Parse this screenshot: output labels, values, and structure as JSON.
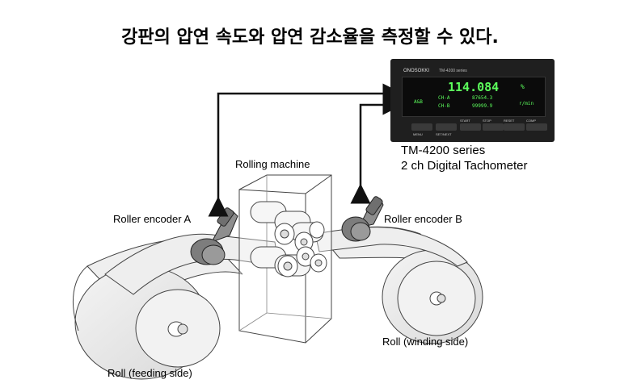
{
  "title": "강판의 압연 속도와 압연 감소율을 측정할 수 있다.",
  "labels": {
    "rolling_machine": "Rolling machine",
    "encoder_a": "Roller encoder A",
    "encoder_b": "Roller encoder B",
    "roll_feeding": "Roll (feeding side)",
    "roll_winding": "Roll (winding side)",
    "device_series": "TM-4200 series",
    "device_desc": "2 ch Digital Tachometer"
  },
  "device": {
    "brand": "ONOSOKKI",
    "model": "TM-4200 series",
    "main_value": "114.084",
    "main_unit": "%",
    "ch_a_label": "CH-A",
    "ch_a_value": "87654.3",
    "ch_b_label": "CH-B",
    "ch_b_value": "99999.9",
    "mode_label": "A&B",
    "speed_unit": "r/min",
    "buttons_top": [
      "START",
      "STOP",
      "RESET",
      "COMP"
    ],
    "buttons_bottom": [
      "MENU",
      "SET/NEXT"
    ]
  },
  "colors": {
    "arrow": "#111111",
    "display_text": "#5cff5c",
    "strip_fill": "#eeeeee",
    "outline": "#333333"
  }
}
